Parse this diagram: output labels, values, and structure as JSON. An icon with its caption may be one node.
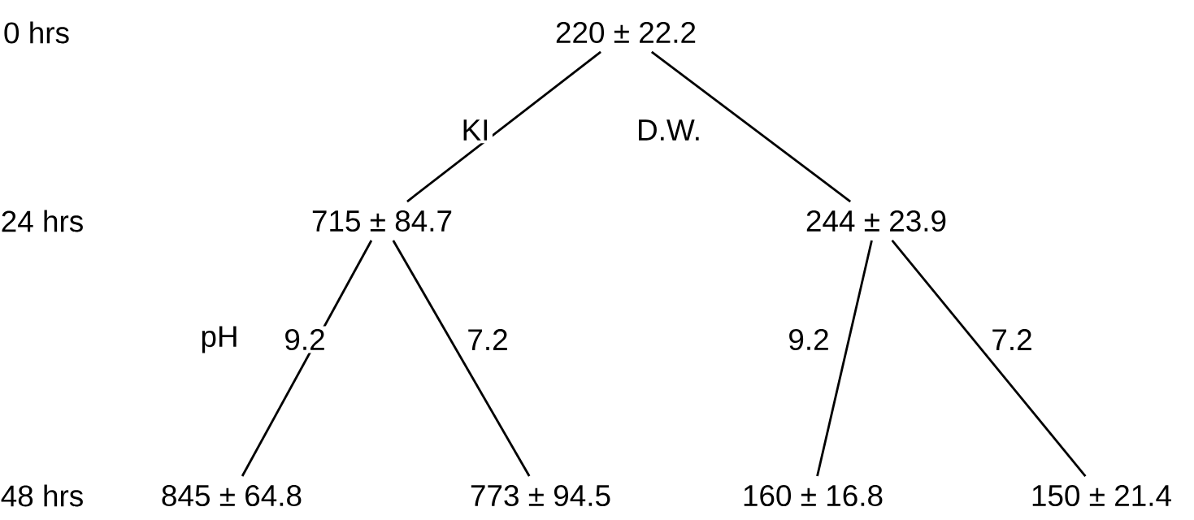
{
  "diagram": {
    "nodes": [
      {
        "text": [
          "220 ± 22.2"
        ]
      },
      {
        "text": [
          "715 ± 84.7"
        ]
      },
      {
        "text": [
          "244 ± 23.9"
        ]
      },
      {
        "text": [
          "845 ± 64.8"
        ]
      },
      {
        "text": [
          "773 ± 94.5"
        ]
      },
      {
        "text": [
          "160 ± 16.8"
        ]
      },
      {
        "text": [
          "150 ± 21.4"
        ]
      }
    ],
    "edges": [
      {
        "from": 0,
        "to": 1,
        "arrow": "none",
        "label": "KI"
      },
      {
        "from": 0,
        "to": 2,
        "arrow": "none",
        "label": "D.W."
      },
      {
        "from": 1,
        "to": 3,
        "arrow": "none",
        "label": "9.2"
      },
      {
        "from": 1,
        "to": 4,
        "arrow": "none",
        "label": "7.2"
      },
      {
        "from": 2,
        "to": 5,
        "arrow": "none",
        "label": "9.2"
      },
      {
        "from": 2,
        "to": 6,
        "arrow": "none",
        "label": "7.2"
      }
    ],
    "labels": [
      "0 hrs",
      "24 hrs",
      "pH",
      "48 hrs"
    ]
  }
}
